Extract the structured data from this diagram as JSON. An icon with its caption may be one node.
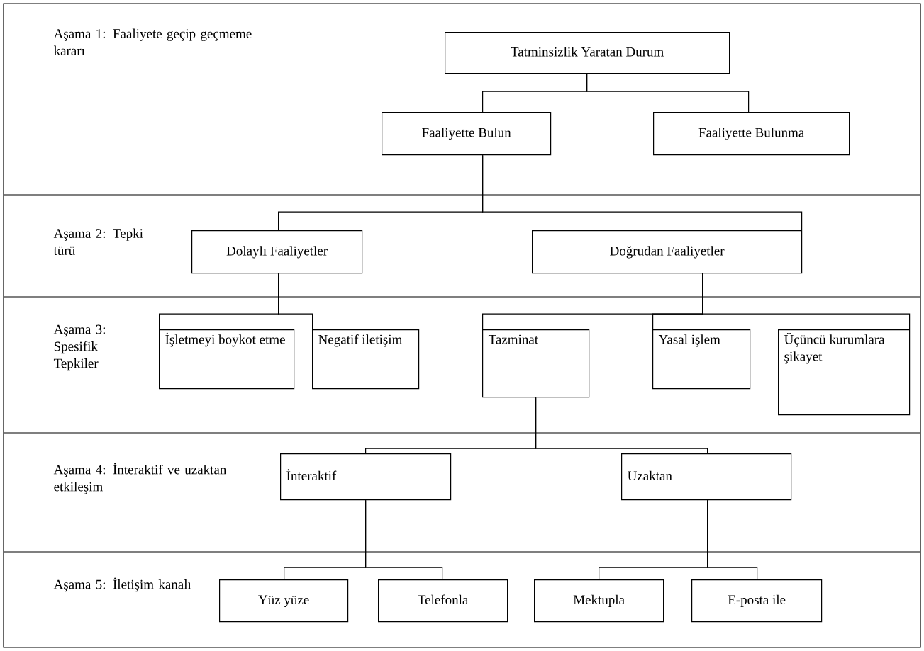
{
  "diagram": {
    "nodes": [
      {
        "text": [
          "Tatminsizlik Yaratan Durum"
        ]
      },
      {
        "text": [
          "Faaliyette Bulun"
        ]
      },
      {
        "text": [
          "Faaliyette Bulunma"
        ]
      },
      {
        "text": [
          "Dolaylı Faaliyetler"
        ]
      },
      {
        "text": [
          "Doğrudan Faaliyetler"
        ]
      },
      {
        "text": [
          "İşletmeyi boykot etme"
        ]
      },
      {
        "text": [
          "Negatif iletişim"
        ]
      },
      {
        "text": [
          "Tazminat"
        ]
      },
      {
        "text": [
          "Yasal işlem"
        ]
      },
      {
        "text": [
          "Üçüncü kurumlara şikayet"
        ]
      },
      {
        "text": [
          "İnteraktif"
        ]
      },
      {
        "text": [
          "Uzaktan"
        ]
      },
      {
        "text": [
          "Yüz yüze"
        ]
      },
      {
        "text": [
          "Telefonla"
        ]
      },
      {
        "text": [
          "Mektupla"
        ]
      },
      {
        "text": [
          "E-posta ile"
        ]
      }
    ],
    "edges": [
      {
        "from": 0,
        "to": 1,
        "arrow": "none"
      },
      {
        "from": 0,
        "to": 2,
        "arrow": "none"
      },
      {
        "from": 1,
        "to": 3,
        "arrow": "none"
      },
      {
        "from": 1,
        "to": 4,
        "arrow": "none"
      },
      {
        "from": 3,
        "to": 5,
        "arrow": "none"
      },
      {
        "from": 3,
        "to": 6,
        "arrow": "none"
      },
      {
        "from": 4,
        "to": 7,
        "arrow": "none"
      },
      {
        "from": 4,
        "to": 8,
        "arrow": "none"
      },
      {
        "from": 4,
        "to": 9,
        "arrow": "none"
      },
      {
        "from": 7,
        "to": 10,
        "arrow": "none"
      },
      {
        "from": 7,
        "to": 11,
        "arrow": "none"
      },
      {
        "from": 10,
        "to": 12,
        "arrow": "none"
      },
      {
        "from": 10,
        "to": 13,
        "arrow": "none"
      },
      {
        "from": 11,
        "to": 14,
        "arrow": "none"
      },
      {
        "from": 11,
        "to": 15,
        "arrow": "none"
      }
    ],
    "labels": [
      "Aşama 1: Faaliyete geçip geçmeme kararı",
      "Aşama 2: Tepki türü",
      "Aşama 3: Spesifik Tepkiler",
      "Aşama 4: İnteraktif ve uzaktan etkileşim",
      "Aşama 5: İletişim kanalı"
    ]
  }
}
